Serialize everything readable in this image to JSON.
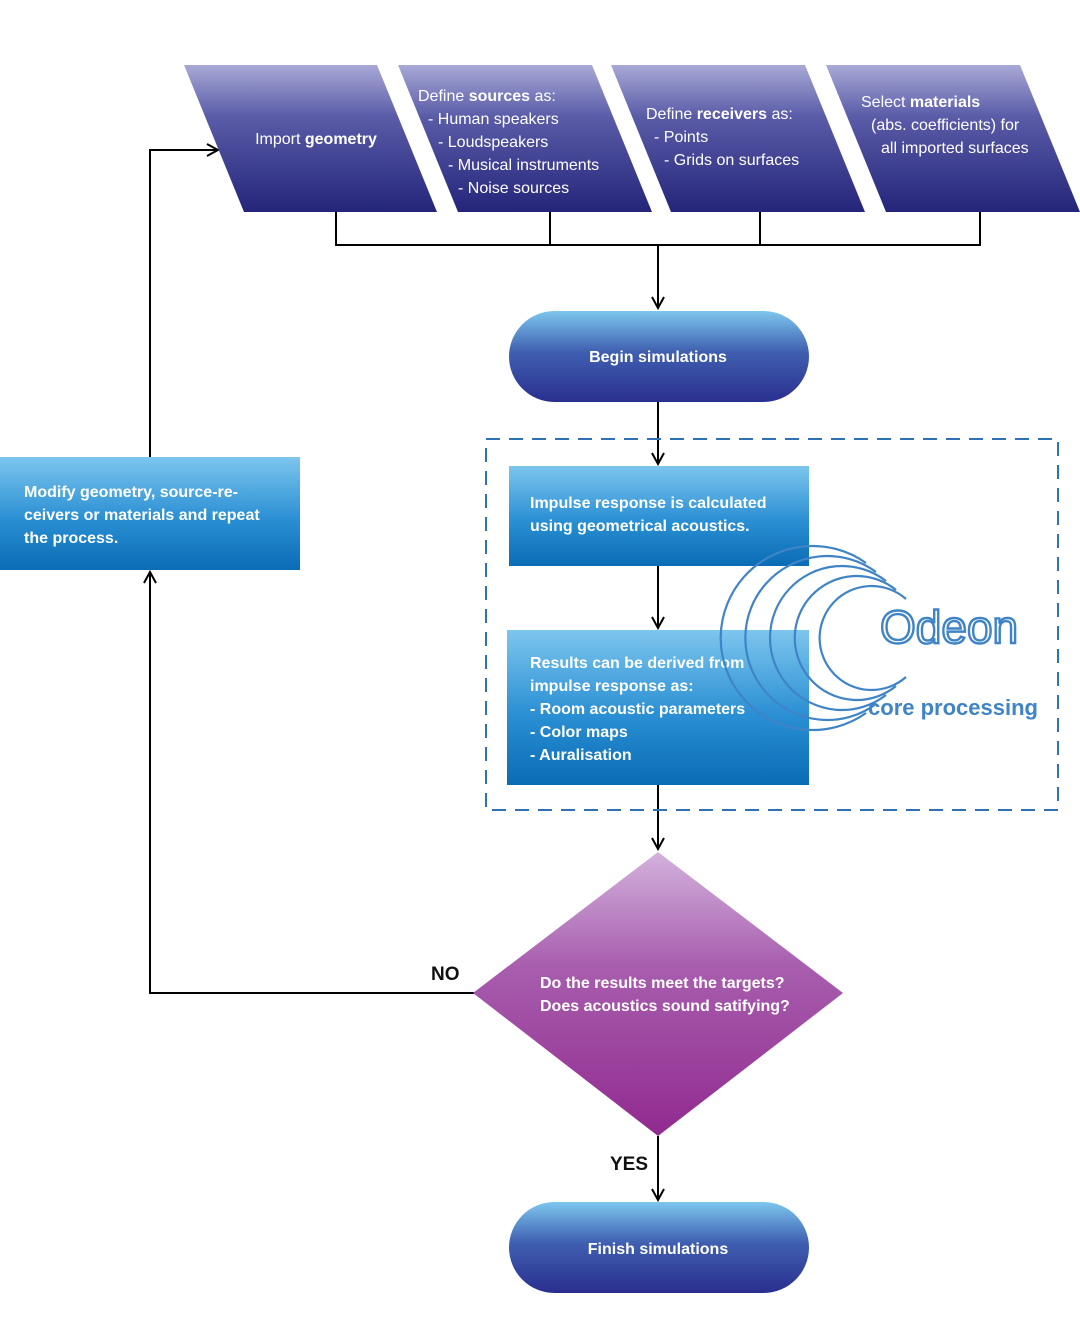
{
  "inputs": {
    "geometry": {
      "pre": "Import ",
      "bold": "geometry"
    },
    "sources": {
      "pre": "Define ",
      "bold": "sources",
      "post": " as:",
      "items": [
        "- Human speakers",
        "- Loudspeakers",
        "- Musical instruments",
        "- Noise sources"
      ]
    },
    "receivers": {
      "pre": "Define ",
      "bold": "receivers",
      "post": " as:",
      "items": [
        "- Points",
        "- Grids on surfaces"
      ]
    },
    "materials": {
      "pre": "Select ",
      "bold": "materials",
      "lines": [
        "(abs. coefficients) for",
        "all imported surfaces"
      ]
    }
  },
  "begin": "Begin simulations",
  "impulse": [
    "Impulse response is calculated",
    "using geometrical acoustics."
  ],
  "results": [
    "Results can be derived from",
    "impulse response as:",
    "- Room acoustic parameters",
    "- Color maps",
    "- Auralisation"
  ],
  "decision": [
    "Do the results meet the targets?",
    "Does acoustics sound satifying?"
  ],
  "modify": [
    "Modify geometry, source-re-",
    "ceivers or materials and repeat",
    "the process."
  ],
  "no_label": "NO",
  "yes_label": "YES",
  "finish": "Finish simulations",
  "logo": {
    "word": "Odeon",
    "subtitle": "core processing"
  },
  "colors": {
    "input_dark": "#24257a",
    "input_light": "#a8a9d6",
    "blue_dark": "#0a6cb5",
    "blue_light": "#7dc6ee",
    "purple_dark": "#912a8f",
    "purple_light": "#d3b2dd",
    "brand": "#3f84c6"
  }
}
